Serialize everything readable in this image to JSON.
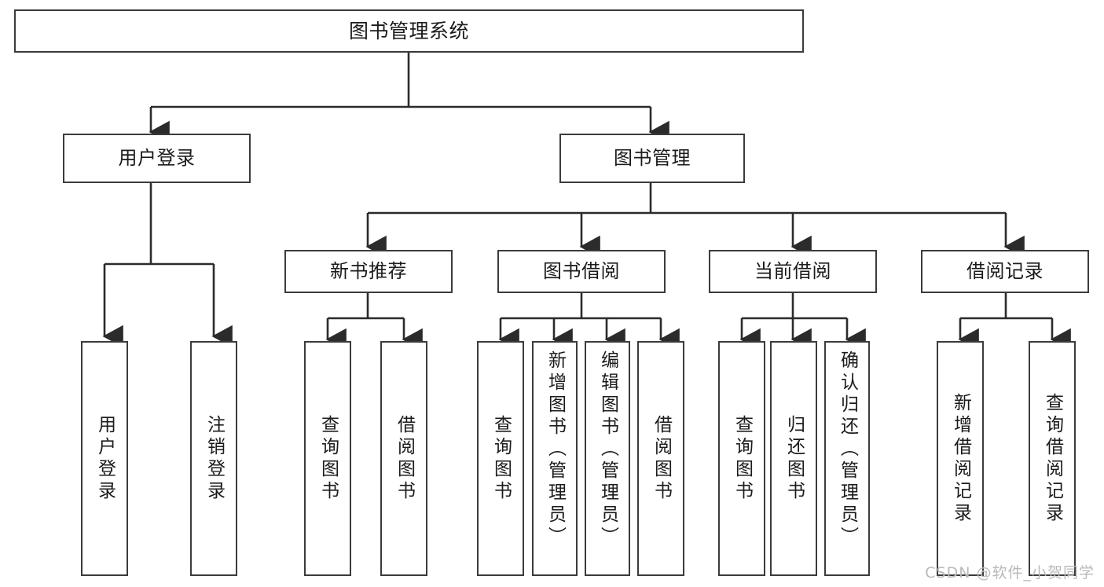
{
  "diagram": {
    "title": "图书管理系统",
    "type": "tree",
    "colors": {
      "box_border": "#3b3b3b",
      "box_fill": "#ffffff",
      "connector": "#2b2b2b",
      "text": "#1b1b1b",
      "watermark": "#b9b9b9"
    },
    "levels": {
      "root": {
        "label": "图书管理系统"
      },
      "level1": [
        {
          "id": "user-login",
          "label": "用户登录"
        },
        {
          "id": "book-management",
          "label": "图书管理"
        }
      ],
      "level2": [
        {
          "id": "new-book-recommend",
          "label": "新书推荐",
          "parent": "book-management"
        },
        {
          "id": "book-borrow",
          "label": "图书借阅",
          "parent": "book-management"
        },
        {
          "id": "current-borrow",
          "label": "当前借阅",
          "parent": "book-management"
        },
        {
          "id": "borrow-record",
          "label": "借阅记录",
          "parent": "book-management"
        }
      ],
      "leaves": {
        "user-login": [
          {
            "id": "leaf-user-login",
            "label": "用户登录"
          },
          {
            "id": "leaf-logout",
            "label": "注销登录"
          }
        ],
        "new-book-recommend": [
          {
            "id": "leaf-query-book-1",
            "label": "查询图书"
          },
          {
            "id": "leaf-borrow-book-1",
            "label": "借阅图书"
          }
        ],
        "book-borrow": [
          {
            "id": "leaf-query-book-2",
            "label": "查询图书"
          },
          {
            "id": "leaf-add-book",
            "label": "新增图书（管理员）"
          },
          {
            "id": "leaf-edit-book",
            "label": "编辑图书（管理员）"
          },
          {
            "id": "leaf-borrow-book-2",
            "label": "借阅图书"
          }
        ],
        "current-borrow": [
          {
            "id": "leaf-query-book-3",
            "label": "查询图书"
          },
          {
            "id": "leaf-return-book",
            "label": "归还图书"
          },
          {
            "id": "leaf-confirm-return",
            "label": "确认归还（管理员）"
          }
        ],
        "borrow-record": [
          {
            "id": "leaf-add-record",
            "label": "新增借阅记录"
          },
          {
            "id": "leaf-query-record",
            "label": "查询借阅记录"
          }
        ]
      }
    }
  },
  "watermark": {
    "text": "CSDN @软件_小贺同学"
  }
}
